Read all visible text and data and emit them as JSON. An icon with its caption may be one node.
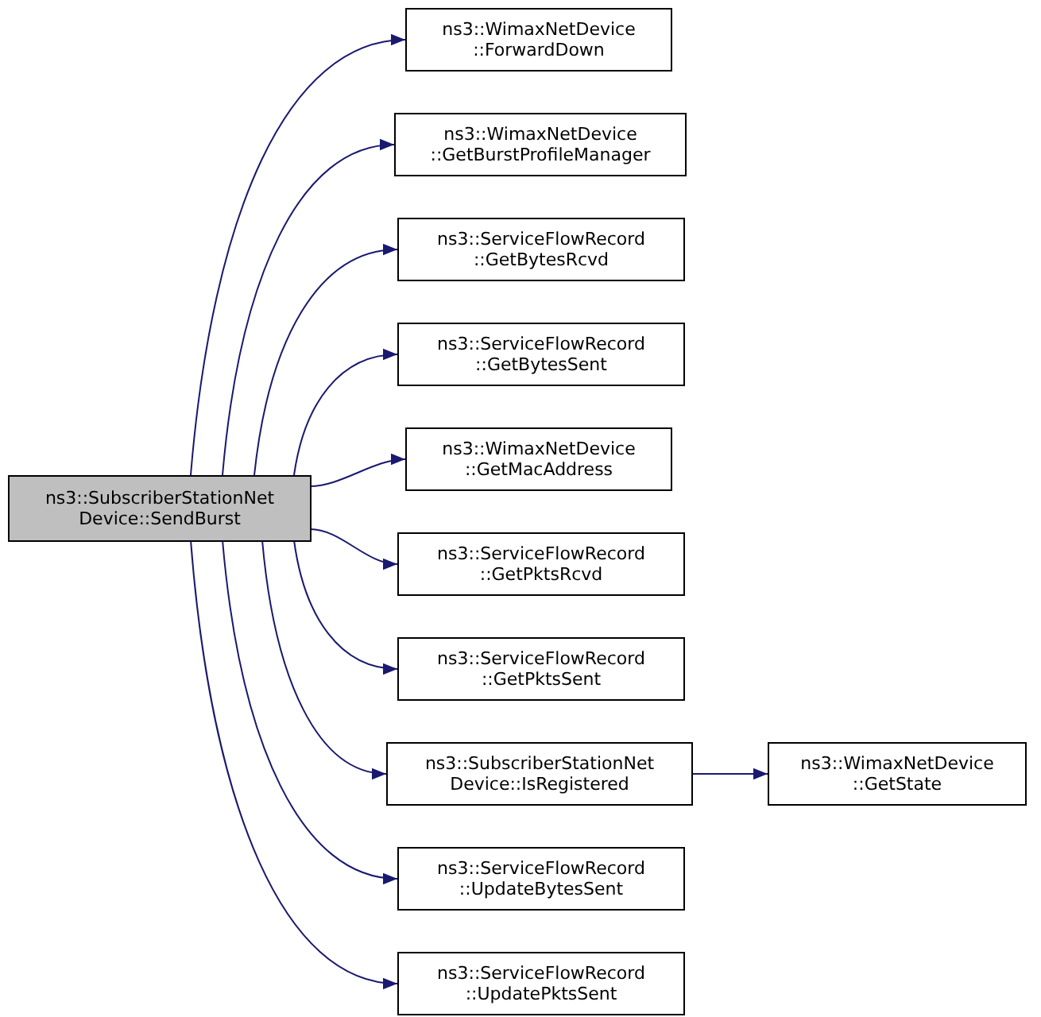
{
  "diagram": {
    "nodes": [
      {
        "text": [
          "ns3::SubscriberStationNet Device::SendBurst"
        ]
      },
      {
        "text": [
          "ns3::WimaxNetDevice ::ForwardDown"
        ]
      },
      {
        "text": [
          "ns3::WimaxNetDevice ::GetBurstProfileManager"
        ]
      },
      {
        "text": [
          "ns3::ServiceFlowRecord ::GetBytesRcvd"
        ]
      },
      {
        "text": [
          "ns3::ServiceFlowRecord ::GetBytesSent"
        ]
      },
      {
        "text": [
          "ns3::WimaxNetDevice ::GetMacAddress"
        ]
      },
      {
        "text": [
          "ns3::ServiceFlowRecord ::GetPktsRcvd"
        ]
      },
      {
        "text": [
          "ns3::ServiceFlowRecord ::GetPktsSent"
        ]
      },
      {
        "text": [
          "ns3::SubscriberStationNet Device::IsRegistered"
        ]
      },
      {
        "text": [
          "ns3::WimaxNetDevice ::GetState"
        ]
      },
      {
        "text": [
          "ns3::ServiceFlowRecord ::UpdateBytesSent"
        ]
      },
      {
        "text": [
          "ns3::ServiceFlowRecord ::UpdatePktsSent"
        ]
      }
    ],
    "edges": [
      {
        "from": 0,
        "to": 1,
        "arrow": "to"
      },
      {
        "from": 0,
        "to": 2,
        "arrow": "to"
      },
      {
        "from": 0,
        "to": 3,
        "arrow": "to"
      },
      {
        "from": 0,
        "to": 4,
        "arrow": "to"
      },
      {
        "from": 0,
        "to": 5,
        "arrow": "to"
      },
      {
        "from": 0,
        "to": 6,
        "arrow": "to"
      },
      {
        "from": 0,
        "to": 7,
        "arrow": "to"
      },
      {
        "from": 0,
        "to": 8,
        "arrow": "to"
      },
      {
        "from": 8,
        "to": 9,
        "arrow": "to"
      },
      {
        "from": 0,
        "to": 10,
        "arrow": "to"
      },
      {
        "from": 0,
        "to": 11,
        "arrow": "to"
      }
    ]
  }
}
